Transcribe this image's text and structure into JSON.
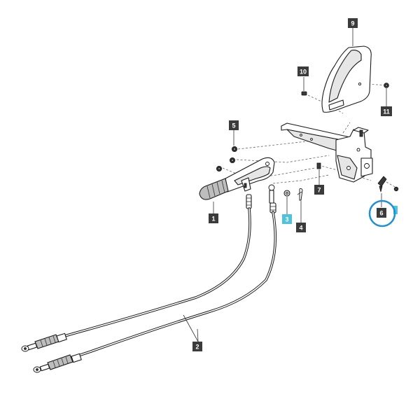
{
  "colors": {
    "callout_dark": "#3b3b3b",
    "callout_highlight": "#4fc3d9",
    "highlight_ring": "#1f8fd6"
  },
  "callouts": {
    "c1": "1",
    "c2": "2",
    "c3": "3",
    "c4": "4",
    "c5": "5",
    "c6": "6",
    "c7": "7",
    "c9": "9",
    "c10": "10",
    "c11": "11"
  }
}
